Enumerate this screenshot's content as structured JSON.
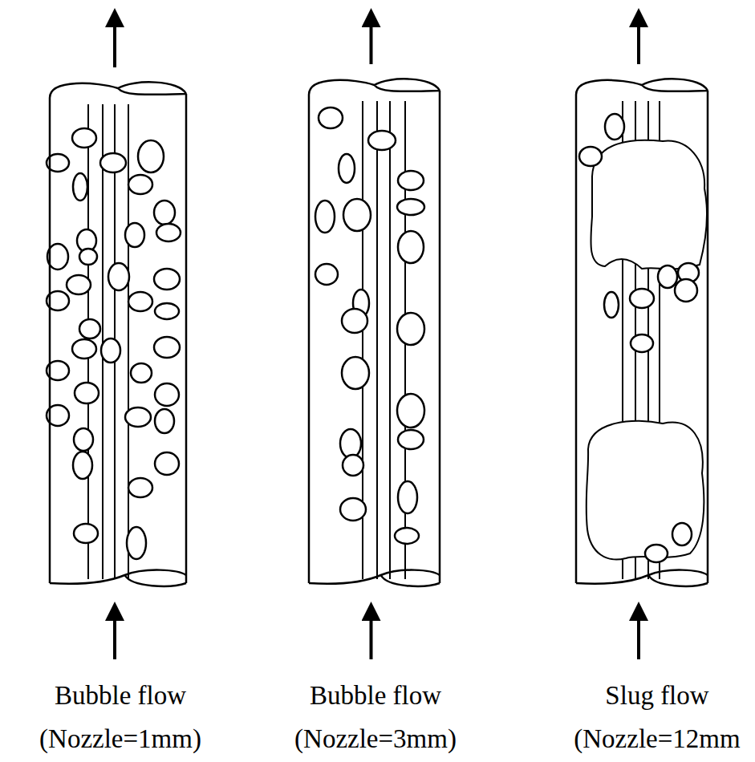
{
  "diagram": {
    "labels": [
      "Bubble flow (Nozzle=1mm)",
      "Bubble flow (Nozzle=3mm)",
      "Slug flow (Nozzle=12mm"
    ]
  }
}
